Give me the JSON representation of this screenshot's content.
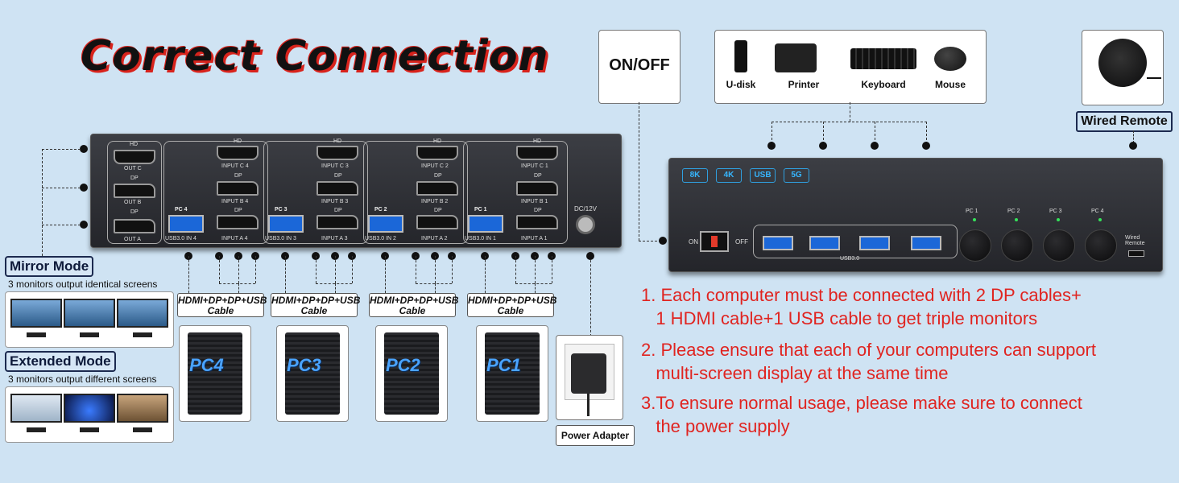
{
  "title": "Correct Connection",
  "colors": {
    "background": "#cfe3f3",
    "accent_red": "#e02420",
    "usb_blue": "#1b67d8",
    "led_green": "#35e35a",
    "pc_label_blue": "#4aa3ff"
  },
  "back_panel": {
    "outputs": {
      "hd": "HD",
      "out_c": "OUT C",
      "dp1": "DP",
      "out_b": "OUT B",
      "dp2": "DP",
      "out_a": "OUT A"
    },
    "groups": [
      {
        "pc": "PC 4",
        "hd": "HD",
        "input_c": "INPUT C 4",
        "dp1": "DP",
        "input_b": "INPUT B 4",
        "dp2": "DP",
        "usb": "USB3.0 IN 4",
        "input_a": "INPUT A 4"
      },
      {
        "pc": "PC 3",
        "hd": "HD",
        "input_c": "INPUT C 3",
        "dp1": "DP",
        "input_b": "INPUT B 3",
        "dp2": "DP",
        "usb": "USB3.0 IN 3",
        "input_a": "INPUT A 3"
      },
      {
        "pc": "PC 2",
        "hd": "HD",
        "input_c": "INPUT C 2",
        "dp1": "DP",
        "input_b": "INPUT B 2",
        "dp2": "DP",
        "usb": "USB3.0 IN 2",
        "input_a": "INPUT A 2"
      },
      {
        "pc": "PC 1",
        "hd": "HD",
        "input_c": "INPUT C 1",
        "dp1": "DP",
        "input_b": "INPUT B 1",
        "dp2": "DP",
        "usb": "USB3.0 IN 1",
        "input_a": "INPUT A 1"
      }
    ],
    "power": "DC/12V"
  },
  "cable_labels": [
    "HDMI+DP+DP+USB\nCable",
    "HDMI+DP+DP+USB\nCable",
    "HDMI+DP+DP+USB\nCable",
    "HDMI+DP+DP+USB\nCable"
  ],
  "pcs": [
    "PC4",
    "PC3",
    "PC2",
    "PC1"
  ],
  "power_adapter": "Power Adapter",
  "modes": {
    "mirror": {
      "name": "Mirror Mode",
      "desc": "3 monitors output identical screens"
    },
    "extended": {
      "name": "Extended Mode",
      "desc": "3 monitors output different screens"
    }
  },
  "on_off": "ON/OFF",
  "peripherals": [
    "U-disk",
    "Printer",
    "Keyboard",
    "Mouse"
  ],
  "wired_remote": "Wired Remote",
  "front_panel": {
    "badges": [
      "8K",
      "4K",
      "USB",
      "5G"
    ],
    "on": "ON",
    "off": "OFF",
    "usb_label": "USB3.0",
    "pcs": [
      "PC 1",
      "PC 2",
      "PC 3",
      "PC 4"
    ],
    "remote_label": "Wired\nRemote"
  },
  "notes": [
    "1. Each computer must be connected with 2 DP cables+",
    "   1 HDMI cable+1 USB cable to get triple monitors",
    "2. Please ensure that each of your computers can support",
    "   multi-screen display at the same time",
    "3.To ensure normal usage, please make sure to connect",
    "   the power supply"
  ]
}
